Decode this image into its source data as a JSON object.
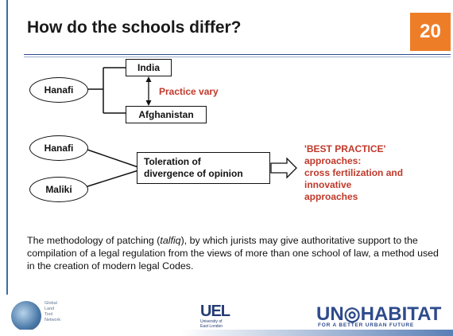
{
  "slide": {
    "title": "How do the schools differ?",
    "number": "20"
  },
  "diagram1": {
    "school": "Hanafi",
    "country_top": "India",
    "country_bottom": "Afghanistan",
    "note": "Practice vary"
  },
  "diagram2": {
    "school_top": "Hanafi",
    "school_bottom": "Maliki",
    "center_box": "Toleration of\ndivergence of opinion",
    "result_lines": [
      "'BEST PRACTICE'",
      "approaches:",
      "cross fertilization and",
      "innovative",
      "approaches"
    ]
  },
  "body": {
    "before_italic": "The methodology of patching (",
    "italic": "talfiq",
    "after_italic": "), by which jurists may give authoritative support to the compilation of a legal regulation from the views of more than one school of law, a method used in the creation of modern legal Codes."
  },
  "footer": {
    "logo1_text": "Global\nLand\nTool\nNetwork",
    "logo2": "UEL",
    "logo2_sub": "University of\nEast London",
    "logo3": "UN◎HABITAT",
    "logo3_sub": "FOR A BETTER URBAN FUTURE"
  },
  "colors": {
    "badge": "#ee7d28",
    "rule": "#2e4b8c",
    "accent_red": "#c0392b",
    "left_border": "#3c6ba5"
  }
}
